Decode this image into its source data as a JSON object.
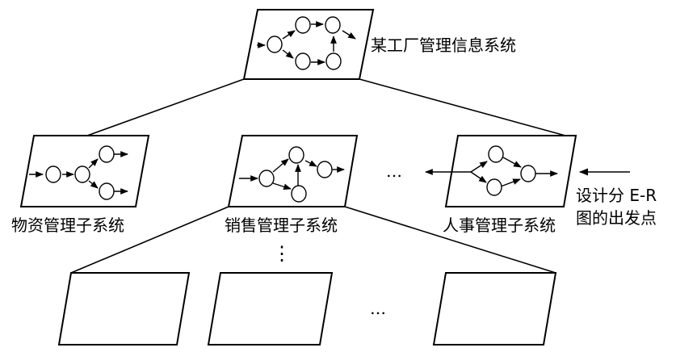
{
  "top_system": {
    "label": "某工厂管理信息系统"
  },
  "subsystems": [
    {
      "label": "物资管理子系统"
    },
    {
      "label": "销售管理子系统"
    },
    {
      "label": "人事管理子系统"
    }
  ],
  "ellipsis_row2": "…",
  "ellipsis_vertical": "⋮",
  "ellipsis_row3": "…",
  "er_note": {
    "line1": "设计分 E-R",
    "line2": "图的出发点"
  }
}
